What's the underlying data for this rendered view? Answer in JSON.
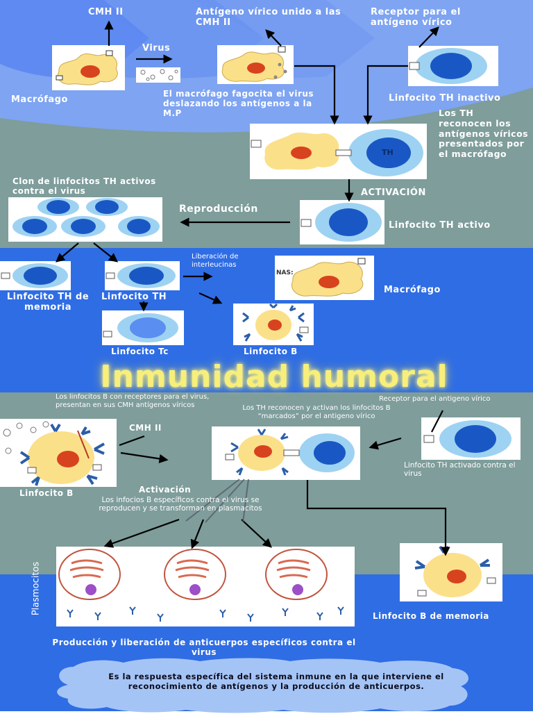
{
  "colors": {
    "sky": "#7ea4f2",
    "sky_deep": "#4f7df0",
    "slate": "#7e9d9b",
    "royal": "#2f6de4",
    "title_glow": "#f7ef7a",
    "cell_body": "#fbe08a",
    "nucleus": "#d8431f",
    "lymph_core": "#1958c4",
    "lymph_halo": "#9ed2f2"
  },
  "top": {
    "cmh2": "CMH II",
    "antigen_label": "Antígeno vírico unido a las CMH II",
    "receptor_label": "Receptor para el antígeno vírico",
    "virus": "Virus",
    "macrofago": "Macrófago",
    "phagocyte_note": "El macrófago fagocita el virus deslazando los antígenos a la M.P",
    "th_inactive": "Linfocito TH inactivo",
    "th_recognize": "Los TH reconocen los antígenos víricos presentados por el macrófago",
    "th_core_label": "TH",
    "activation": "ACTIVACIÓN",
    "clone_label": "Clon de linfocitos TH activos contra el virus",
    "reproduction": "Reproducción",
    "th_active": "Linfocito TH activo"
  },
  "middle": {
    "th_memory": "Linfocito TH de memoria",
    "th": "Linfocito TH",
    "interleukin": "Liberación de interleucinas",
    "macrofago": "Macrófago",
    "tc": "Linfocito Tc",
    "b": "Linfocito B",
    "nas_text": "NAS:"
  },
  "title": "Inmunidad humoral",
  "bottom": {
    "b_note": "Los linfocitos B con receptores para el virus, presentan en sus CMH antígenos víricos",
    "cmh2": "CMH II",
    "th_note": "Los TH reconocen y activan los linfocitos B “marcados” por el antigeno vírico",
    "receptor_note": "Receptor para el antigeno vírico",
    "th_activated": "Linfocito TH activado contra el virus",
    "b_label": "Linfocito B",
    "activation": "Activación",
    "activation_note": "Los infocios B específicos contra el virus se reproducen y se transforman en plasmacitos",
    "plasmocitos": "Plasmocitos",
    "b_memory": "Linfocito B de memoria",
    "antibody_note": "Producción y liberación de anticuerpos específicos contra el virus",
    "definition": "Es la respuesta específica del sistema inmune en la que interviene el reconocimiento de antígenos y la producción de anticuerpos."
  }
}
